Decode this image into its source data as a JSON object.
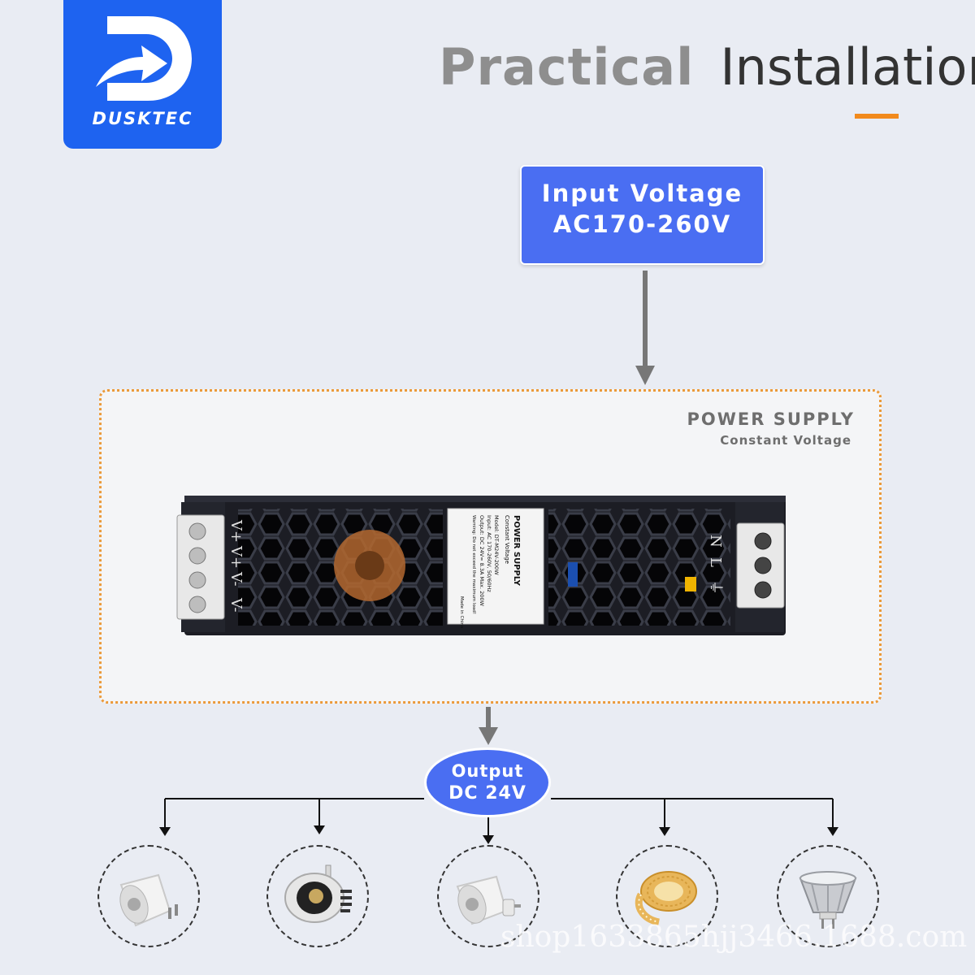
{
  "brand": {
    "name": "DUSKTEC",
    "color": "#1e63f0"
  },
  "title": {
    "bold": "Practical",
    "light": "Installation",
    "accent_color": "#f28a1c"
  },
  "input": {
    "line1": "Input Voltage",
    "line2": "AC170-260V",
    "color": "#4a6ef2"
  },
  "power_supply": {
    "title": "POWER SUPPLY",
    "subtitle": "Constant Voltage",
    "frame_color": "#eb9a3a",
    "label": {
      "heading": "POWER SUPPLY",
      "subheading": "Constant Voltage",
      "model": "Model: DT-M24V-200W",
      "input": "Input: AC 170-260V, 50/60Hz",
      "output": "Output: DC 24V= 8.3A Max. 200W",
      "warning": "Warning: Do not exceed the maximum load!",
      "made_in": "Made in China"
    },
    "terminals_left": [
      "V-",
      "V-",
      "V+",
      "V+"
    ],
    "terminals_right": [
      "N",
      "L",
      "⏚"
    ]
  },
  "output": {
    "line1": "Output",
    "line2": "DC 24V",
    "color": "#4a6ef2"
  },
  "products": [
    {
      "name": "mr16-spotlight-icon"
    },
    {
      "name": "recessed-downlight-icon"
    },
    {
      "name": "gu10-spotlight-icon"
    },
    {
      "name": "led-strip-reel-icon"
    },
    {
      "name": "mr16-glass-spotlight-icon"
    }
  ],
  "watermark": "shop1633865hjj3466.1688.com"
}
